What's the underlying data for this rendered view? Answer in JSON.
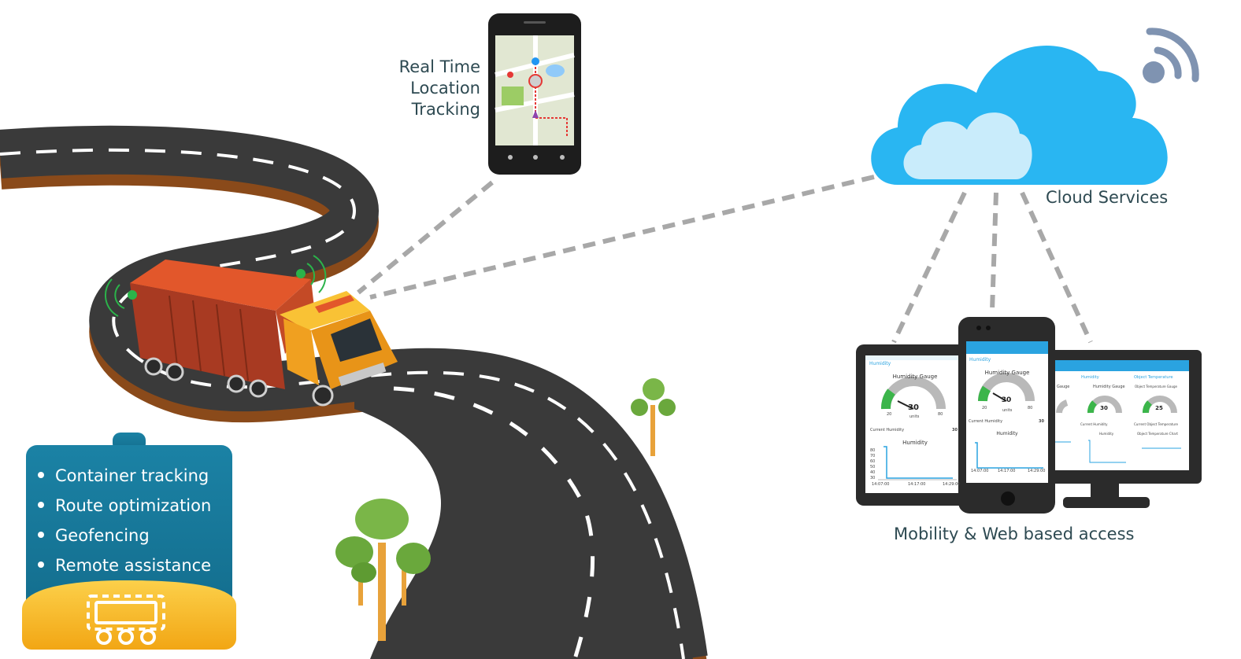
{
  "labels": {
    "real_time": [
      "Real Time",
      "Location",
      "Tracking"
    ],
    "cloud": "Cloud Services",
    "access": "Mobility & Web based access"
  },
  "features": [
    "Container tracking",
    "Route optimization",
    "Geofencing",
    "Remote assistance"
  ],
  "screens": {
    "tablet": {
      "bar": "Humidity",
      "gauge_title": "Humidity Gauge",
      "gauge_value": "30",
      "gauge_min": "20",
      "gauge_max": "80",
      "gauge_unit": "units",
      "current_label": "Current Humidity",
      "current_value": "30",
      "chart_title": "Humidity",
      "y_ticks": [
        "80",
        "70",
        "60",
        "50",
        "40",
        "30"
      ],
      "x_start": "14:07:00",
      "x_mid": "14:17:00",
      "x_end": "14:29:00"
    },
    "phone": {
      "bar": "Humidity",
      "gauge_title": "Humidity Gauge",
      "gauge_value": "30",
      "gauge_min": "20",
      "gauge_max": "80",
      "gauge_unit": "units",
      "current_label": "Current Humidity",
      "current_value": "30",
      "chart_title": "Humidity",
      "x_start": "14:07:00",
      "x_mid": "14:17:00",
      "x_end": "14:29:00"
    },
    "monitor": {
      "col1_bar": "Humidity",
      "col2_bar": "Object Temperature",
      "col0_title": "Gauge",
      "col1_title": "Humidity Gauge",
      "col2_title": "Object Temperature Gauge",
      "col1_value": "30",
      "col2_value": "25",
      "col1_current": "Current Humidity",
      "col2_current": "Current Object Temperature",
      "col1_chart": "Humidity",
      "col2_chart": "Object Temperature Chart"
    }
  },
  "colors": {
    "road": "#3a3a3a",
    "cloud": "#29b6f2",
    "panel": "#1a7fa0",
    "accent_yellow": "#f7b924",
    "connector": "#a8a8a8",
    "text": "#2e4a52"
  }
}
